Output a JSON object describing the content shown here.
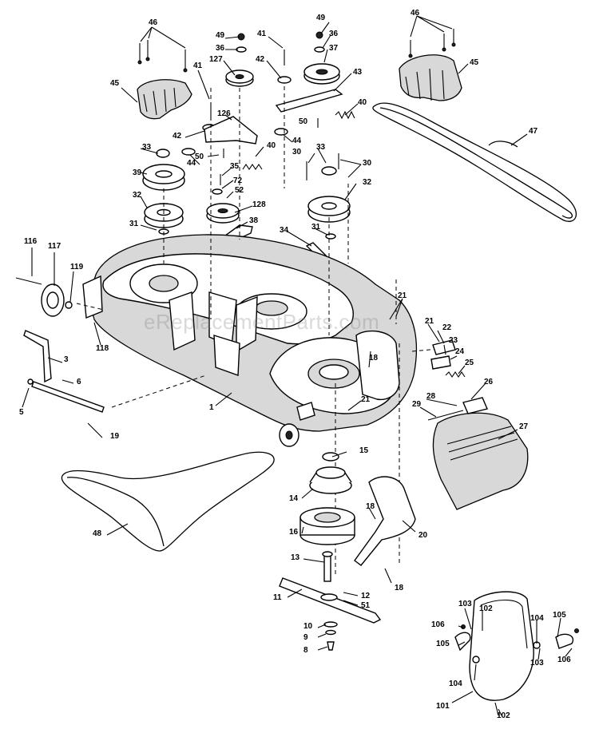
{
  "watermark": "eReplacementParts.com",
  "callouts": [
    {
      "id": "c46a",
      "text": "46"
    },
    {
      "id": "c45a",
      "text": "45"
    },
    {
      "id": "c49a",
      "text": "49"
    },
    {
      "id": "c36a",
      "text": "36"
    },
    {
      "id": "c127",
      "text": "127"
    },
    {
      "id": "c41a",
      "text": "41"
    },
    {
      "id": "c41b",
      "text": "41"
    },
    {
      "id": "c42a",
      "text": "42"
    },
    {
      "id": "c49b",
      "text": "49"
    },
    {
      "id": "c36b",
      "text": "36"
    },
    {
      "id": "c37",
      "text": "37"
    },
    {
      "id": "c43",
      "text": "43"
    },
    {
      "id": "c40a",
      "text": "40"
    },
    {
      "id": "c46b",
      "text": "46"
    },
    {
      "id": "c45b",
      "text": "45"
    },
    {
      "id": "c47",
      "text": "47"
    },
    {
      "id": "c42b",
      "text": "42"
    },
    {
      "id": "c126",
      "text": "126"
    },
    {
      "id": "c50a",
      "text": "50"
    },
    {
      "id": "c50b",
      "text": "50"
    },
    {
      "id": "c40b",
      "text": "40"
    },
    {
      "id": "c44a",
      "text": "44"
    },
    {
      "id": "c44b",
      "text": "44"
    },
    {
      "id": "c33a",
      "text": "33"
    },
    {
      "id": "c33b",
      "text": "33"
    },
    {
      "id": "c30a",
      "text": "30"
    },
    {
      "id": "c30b",
      "text": "30"
    },
    {
      "id": "c35",
      "text": "35"
    },
    {
      "id": "c39",
      "text": "39"
    },
    {
      "id": "c72",
      "text": "72"
    },
    {
      "id": "c52",
      "text": "52"
    },
    {
      "id": "c32a",
      "text": "32"
    },
    {
      "id": "c32b",
      "text": "32"
    },
    {
      "id": "c128",
      "text": "128"
    },
    {
      "id": "c38",
      "text": "38"
    },
    {
      "id": "c31a",
      "text": "31"
    },
    {
      "id": "c31b",
      "text": "31"
    },
    {
      "id": "c34",
      "text": "34"
    },
    {
      "id": "c116",
      "text": "116"
    },
    {
      "id": "c117",
      "text": "117"
    },
    {
      "id": "c119",
      "text": "119"
    },
    {
      "id": "c118",
      "text": "118"
    },
    {
      "id": "c21a",
      "text": "21"
    },
    {
      "id": "c21b",
      "text": "21"
    },
    {
      "id": "c22",
      "text": "22"
    },
    {
      "id": "c23",
      "text": "23"
    },
    {
      "id": "c24",
      "text": "24"
    },
    {
      "id": "c25",
      "text": "25"
    },
    {
      "id": "c26",
      "text": "26"
    },
    {
      "id": "c18a",
      "text": "18"
    },
    {
      "id": "c21c",
      "text": "21"
    },
    {
      "id": "c28",
      "text": "28"
    },
    {
      "id": "c29",
      "text": "29"
    },
    {
      "id": "c27",
      "text": "27"
    },
    {
      "id": "c3",
      "text": "3"
    },
    {
      "id": "c6",
      "text": "6"
    },
    {
      "id": "c5",
      "text": "5"
    },
    {
      "id": "c1",
      "text": "1"
    },
    {
      "id": "c19",
      "text": "19"
    },
    {
      "id": "c15",
      "text": "15"
    },
    {
      "id": "c14",
      "text": "14"
    },
    {
      "id": "c18b",
      "text": "18"
    },
    {
      "id": "c16",
      "text": "16"
    },
    {
      "id": "c20",
      "text": "20"
    },
    {
      "id": "c48",
      "text": "48"
    },
    {
      "id": "c13",
      "text": "13"
    },
    {
      "id": "c18c",
      "text": "18"
    },
    {
      "id": "c11",
      "text": "11"
    },
    {
      "id": "c12",
      "text": "12"
    },
    {
      "id": "c51",
      "text": "51"
    },
    {
      "id": "c10",
      "text": "10"
    },
    {
      "id": "c9",
      "text": "9"
    },
    {
      "id": "c8",
      "text": "8"
    },
    {
      "id": "c103a",
      "text": "103"
    },
    {
      "id": "c102a",
      "text": "102"
    },
    {
      "id": "c106a",
      "text": "106"
    },
    {
      "id": "c104a",
      "text": "104"
    },
    {
      "id": "c105a",
      "text": "105"
    },
    {
      "id": "c105b",
      "text": "105"
    },
    {
      "id": "c103b",
      "text": "103"
    },
    {
      "id": "c104b",
      "text": "104"
    },
    {
      "id": "c106b",
      "text": "106"
    },
    {
      "id": "c101",
      "text": "101"
    },
    {
      "id": "c102b",
      "text": "102"
    }
  ]
}
